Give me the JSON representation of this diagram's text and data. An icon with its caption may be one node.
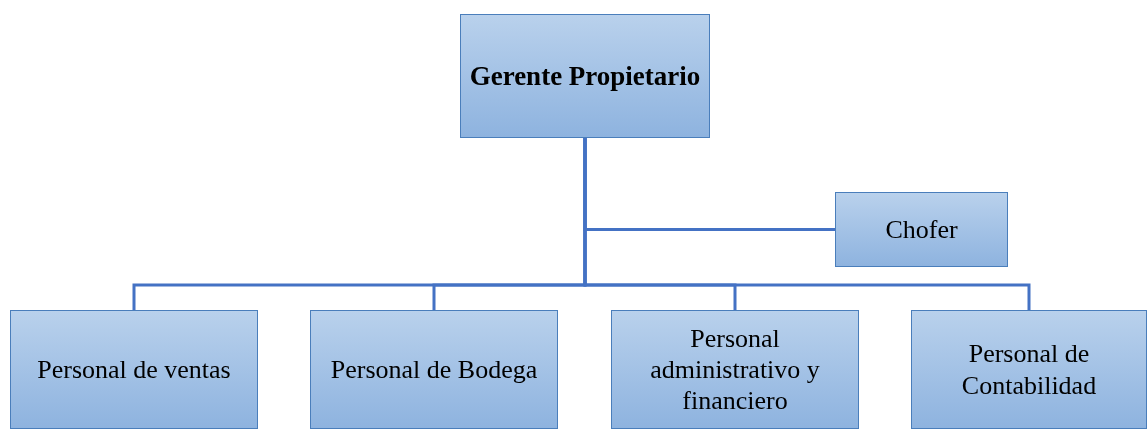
{
  "diagram": {
    "nodes": [
      {
        "text": [
          "Gerente Propietario"
        ]
      },
      {
        "text": [
          "Chofer"
        ]
      },
      {
        "text": [
          "Personal de ventas"
        ]
      },
      {
        "text": [
          "Personal de Bodega"
        ]
      },
      {
        "text": [
          "Personal administrativo y financiero"
        ]
      },
      {
        "text": [
          "Personal de Contabilidad"
        ]
      }
    ],
    "edges": [
      {
        "from": 0,
        "to": 1,
        "arrow": "none"
      },
      {
        "from": 0,
        "to": 2,
        "arrow": "none"
      },
      {
        "from": 0,
        "to": 3,
        "arrow": "none"
      },
      {
        "from": 0,
        "to": 4,
        "arrow": "none"
      },
      {
        "from": 0,
        "to": 5,
        "arrow": "none"
      }
    ]
  }
}
